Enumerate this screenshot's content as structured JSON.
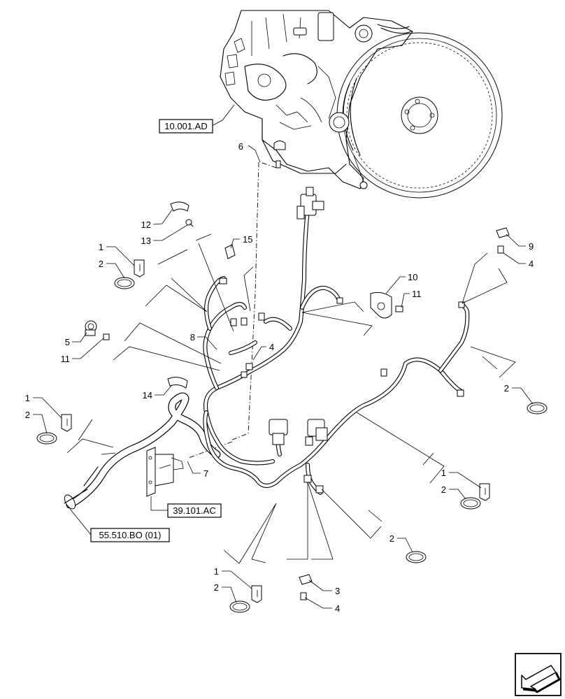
{
  "references": {
    "engine": "10.001.AD",
    "bracket": "39.101.AC",
    "hose": "55.510.BO (01)"
  },
  "callouts": [
    {
      "id": "c6",
      "text": "6"
    },
    {
      "id": "c12",
      "text": "12"
    },
    {
      "id": "c13",
      "text": "13"
    },
    {
      "id": "c15",
      "text": "15"
    },
    {
      "id": "c1a",
      "text": "1"
    },
    {
      "id": "c2a",
      "text": "2"
    },
    {
      "id": "c5",
      "text": "5"
    },
    {
      "id": "c11a",
      "text": "11"
    },
    {
      "id": "c8",
      "text": "8"
    },
    {
      "id": "c4a",
      "text": "4"
    },
    {
      "id": "c14",
      "text": "14"
    },
    {
      "id": "c1b",
      "text": "1"
    },
    {
      "id": "c2b",
      "text": "2"
    },
    {
      "id": "c7",
      "text": "7"
    },
    {
      "id": "c10",
      "text": "10"
    },
    {
      "id": "c11b",
      "text": "11"
    },
    {
      "id": "c9",
      "text": "9"
    },
    {
      "id": "c4b",
      "text": "4"
    },
    {
      "id": "c2c",
      "text": "2"
    },
    {
      "id": "c1c",
      "text": "1"
    },
    {
      "id": "c2d",
      "text": "2"
    },
    {
      "id": "c2e",
      "text": "2"
    },
    {
      "id": "c1d",
      "text": "1"
    },
    {
      "id": "c2f",
      "text": "2"
    },
    {
      "id": "c3",
      "text": "3"
    },
    {
      "id": "c4c",
      "text": "4"
    }
  ],
  "icons": {
    "navigation": "previous-arrow-icon"
  }
}
